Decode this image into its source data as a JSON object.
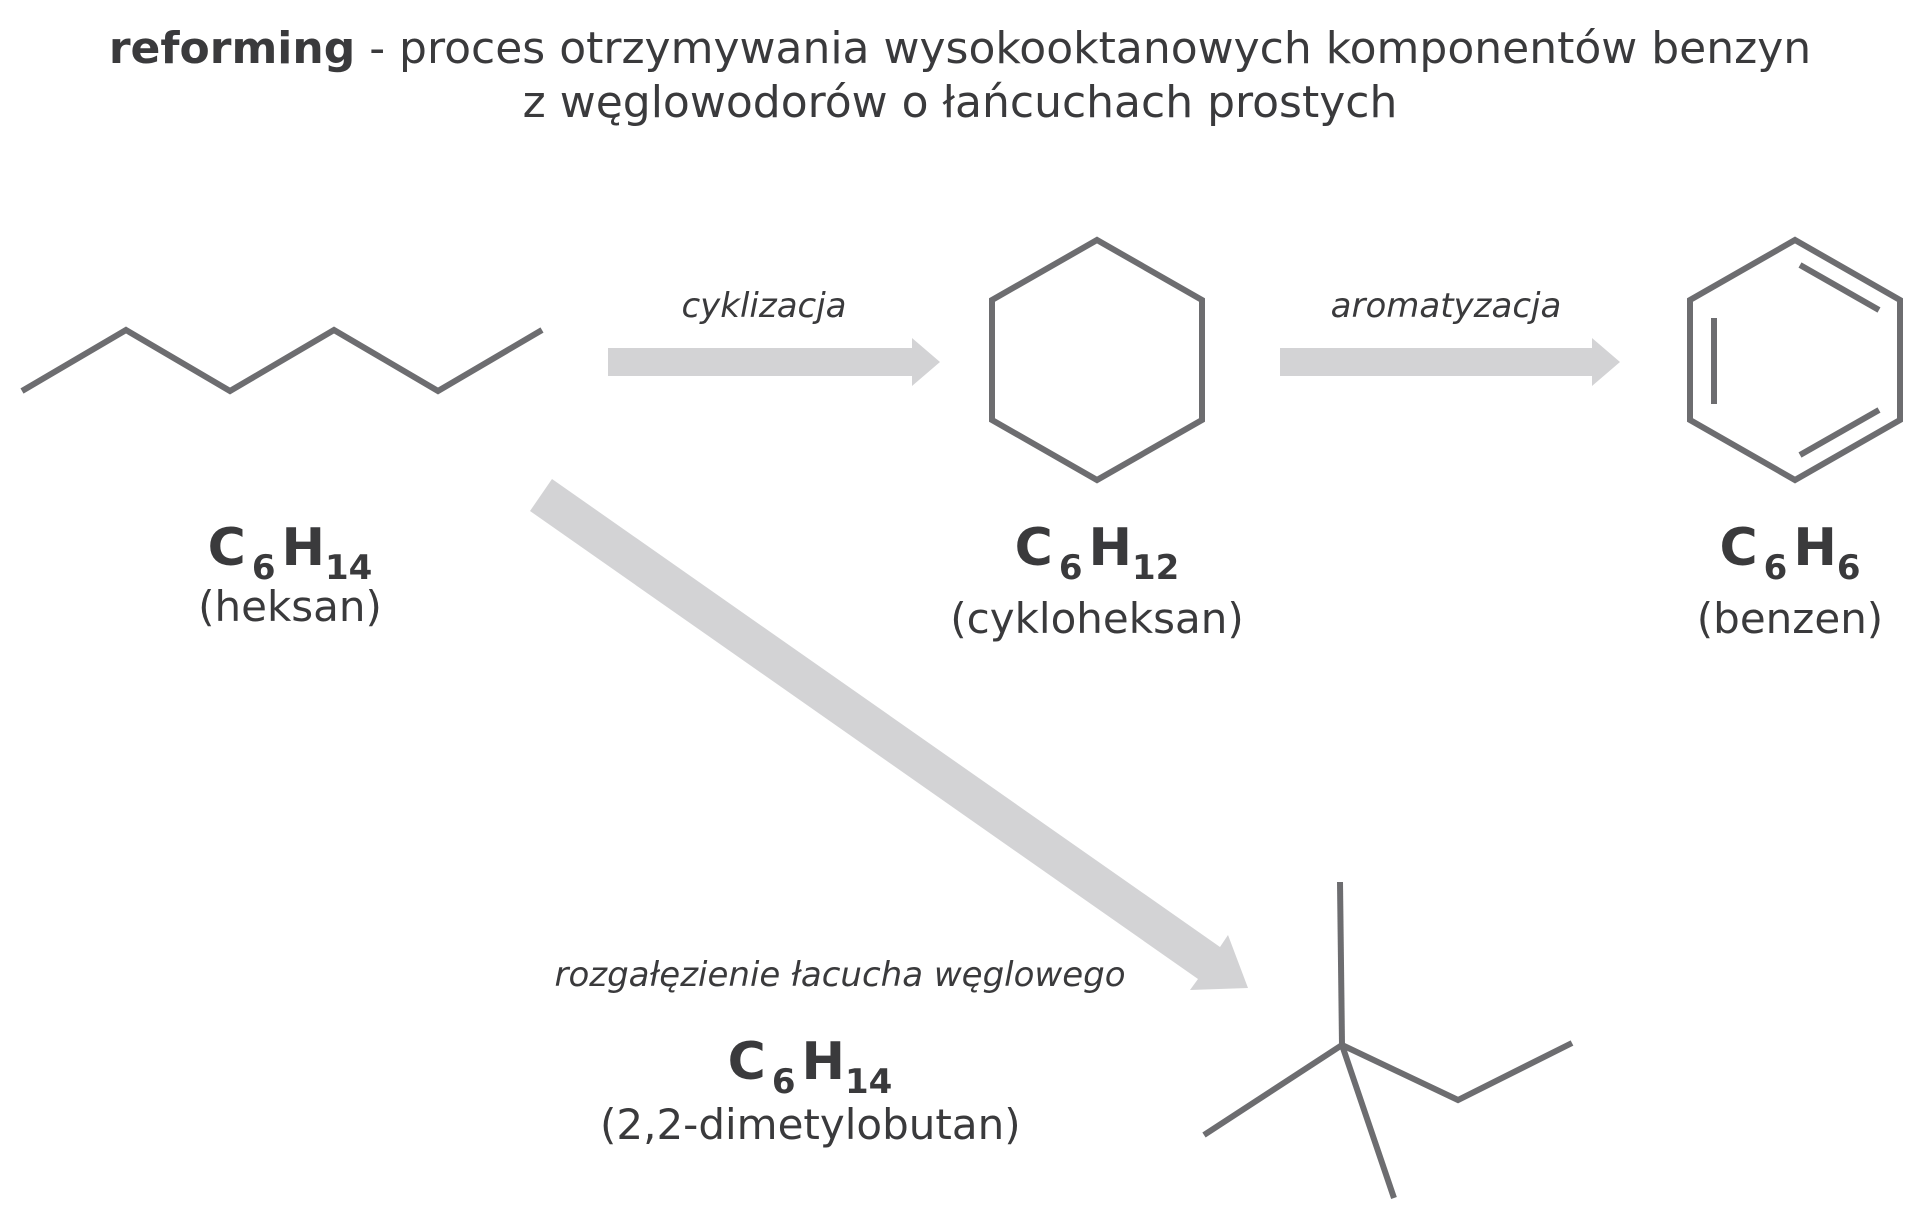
{
  "title": {
    "bold": "reforming",
    "rest": " - proces otrzymywania wysokooktanowych komponentów benzyn",
    "line2": "z węglowodorów o łańcuchach prostych"
  },
  "reactions": {
    "cyclization": "cyklizacja",
    "aromatization": "aromatyzacja",
    "branching": "rozgałęzienie łacucha węglowego"
  },
  "compounds": {
    "hexane": {
      "c": "C",
      "c_sub": "6",
      "h": "H",
      "h_sub": "14",
      "name": "(heksan)"
    },
    "cyclohexane": {
      "c": "C",
      "c_sub": "6",
      "h": "H",
      "h_sub": "12",
      "name": "(cykloheksan)"
    },
    "benzene": {
      "c": "C",
      "c_sub": "6",
      "h": "H",
      "h_sub": "6",
      "name": "(benzen)"
    },
    "dimethylbutane": {
      "c": "C",
      "c_sub": "6",
      "h": "H",
      "h_sub": "14",
      "name": "(2,2-dimetylobutan)"
    }
  },
  "colors": {
    "text": "#3a3a3c",
    "bond": "#6d6d70",
    "arrow": "#d3d3d5"
  }
}
